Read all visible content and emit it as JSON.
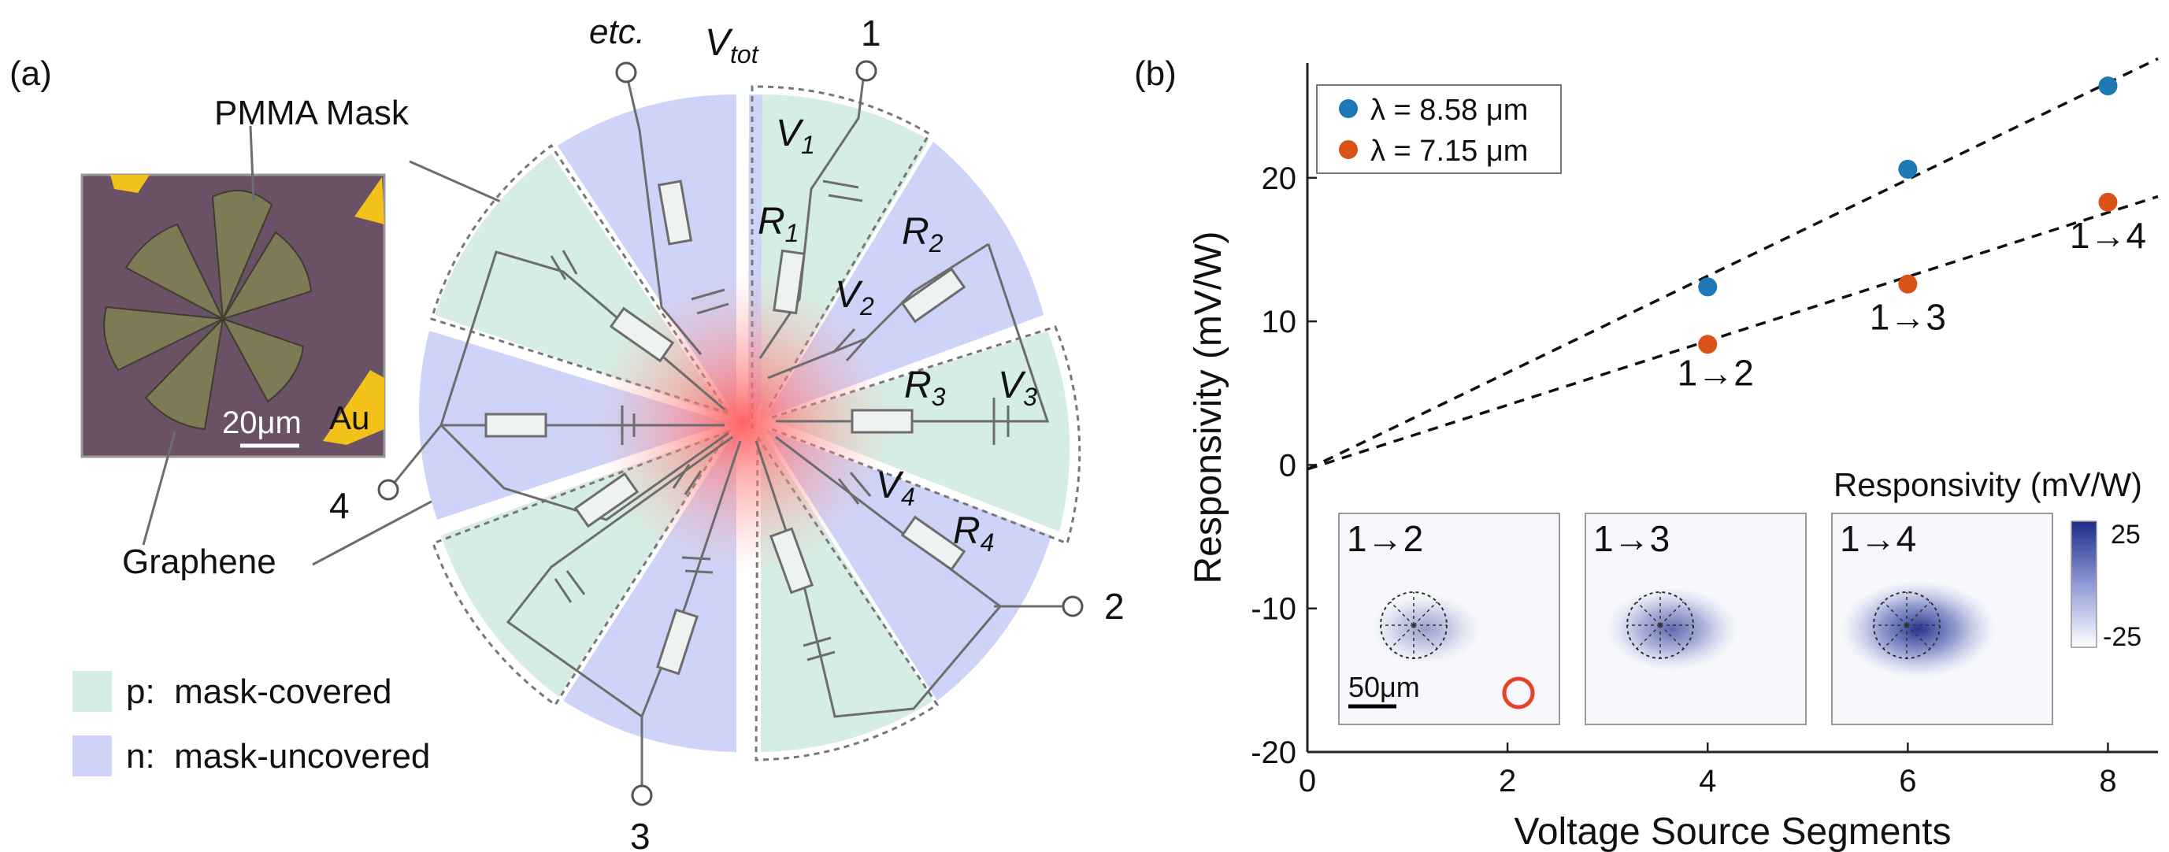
{
  "panel_a": {
    "label": "(a)",
    "pmma_label": "PMMA Mask",
    "graphene_label": "Graphene",
    "au_label": "Au",
    "scale_label": "20μm",
    "etc_label": "etc.",
    "vtot_label": "V",
    "vtot_sub": "tot",
    "terminals": [
      "1",
      "2",
      "3",
      "4"
    ],
    "sources": [
      {
        "name": "V",
        "sub": "1"
      },
      {
        "name": "V",
        "sub": "2"
      },
      {
        "name": "V",
        "sub": "3"
      },
      {
        "name": "V",
        "sub": "4"
      }
    ],
    "resistors": [
      {
        "name": "R",
        "sub": "1"
      },
      {
        "name": "R",
        "sub": "2"
      },
      {
        "name": "R",
        "sub": "3"
      },
      {
        "name": "R",
        "sub": "4"
      }
    ],
    "legend": [
      {
        "label": "p:  mask-covered",
        "color": "#d6ede3"
      },
      {
        "label": "n:  mask-uncovered",
        "color": "#cdd4f7"
      }
    ],
    "colors": {
      "p_region": "#d6ede3",
      "n_region": "#cdd4f7",
      "hot_spot": "#ff6666"
    }
  },
  "panel_b": {
    "label": "(b)",
    "chart_data": {
      "type": "scatter",
      "xlabel": "Voltage Source Segments",
      "ylabel": "Responsivity (mV/W)",
      "xlim": [
        0,
        8.5
      ],
      "ylim": [
        -20,
        28
      ],
      "xticks": [
        0,
        2,
        4,
        6,
        8
      ],
      "yticks": [
        -20,
        -10,
        0,
        10,
        20
      ],
      "grid": false,
      "legend_position": "top-left",
      "series": [
        {
          "name": "λ = 8.58 μm",
          "color": "#1f77b4",
          "x": [
            4,
            6,
            8
          ],
          "y": [
            12.4,
            20.6,
            26.4
          ],
          "fit": {
            "x": [
              0,
              8.5
            ],
            "y": [
              -0.3,
              28.3
            ]
          }
        },
        {
          "name": "λ = 7.15 μm",
          "color": "#d95319",
          "x": [
            4,
            6,
            8
          ],
          "y": [
            8.4,
            12.6,
            18.3
          ],
          "fit": {
            "x": [
              0,
              8.5
            ],
            "y": [
              -0.3,
              18.7
            ]
          }
        }
      ],
      "annotations": [
        "1→2",
        "1→3",
        "1→4"
      ],
      "inset": {
        "title": "Responsivity (mV/W)",
        "colorbar": {
          "max": "25",
          "min": "-25",
          "high_color": "#1f2a8a",
          "low_color": "#ffffff"
        },
        "maps": [
          {
            "label": "1→2",
            "intensity": 0.25
          },
          {
            "label": "1→3",
            "intensity": 0.6
          },
          {
            "label": "1→4",
            "intensity": 0.95
          }
        ],
        "scale_label": "50μm",
        "spot_color": "#e8402a"
      }
    }
  }
}
